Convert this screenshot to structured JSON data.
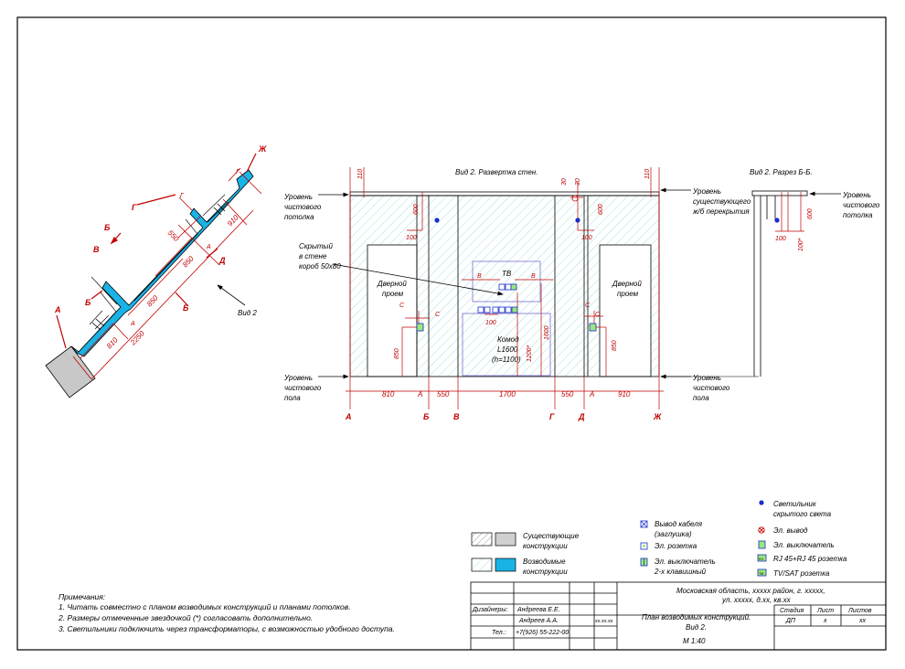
{
  "colors": {
    "accent": "#c00000",
    "new_fill": "#19b3e6",
    "hatch": "#8fd8d8",
    "existing": "#d0d0d0",
    "tv_box": "#7a6fd0",
    "lamp": "#1a2ec8"
  },
  "plan": {
    "view_label": "Вид 2",
    "letters": {
      "A": "А",
      "B": "Б",
      "V": "В",
      "G": "Г",
      "D": "Д",
      "Zh": "Ж"
    },
    "dims": {
      "d810": "810",
      "d2250": "2250",
      "d850a": "850",
      "d850b": "850",
      "d550": "550",
      "d910": "910"
    },
    "cut_marks": {
      "a": "А",
      "g": "Г",
      "a2": "А",
      "g2": "Г"
    }
  },
  "elevation": {
    "title": "Вид 2. Развертка стен.",
    "levels": {
      "ceiling_left": [
        "Уровень",
        "чистового",
        "потолка"
      ],
      "floor_left": [
        "Уровень",
        "чистового",
        "пола"
      ],
      "slab_right": [
        "Уровень",
        "существующего",
        "ж/б перекрытия"
      ],
      "floor_right": [
        "Уровень",
        "чистового",
        "пола"
      ]
    },
    "hidden_box": [
      "Скрытый",
      "в стене",
      "короб 50х80"
    ],
    "door_left": [
      "Дверной",
      "проем"
    ],
    "door_right": [
      "Дверной",
      "проем"
    ],
    "tv": "ТВ",
    "dresser": [
      "Комод",
      "L1600",
      "(h=1100)"
    ],
    "dims": {
      "d110a": "110",
      "d110b": "110",
      "d600a": "600",
      "d600b": "600",
      "d100a": "100",
      "d100b": "100",
      "d100c": "100",
      "d30a": "30",
      "d30b": "30",
      "d850a": "850",
      "d850b": "850",
      "d1200": "1200*",
      "d1600": "1600",
      "b810": "810",
      "bA": "А",
      "b550a": "550",
      "b1700": "1700",
      "b550b": "550",
      "bA2": "А",
      "b910": "910",
      "B1": "В",
      "B2": "В",
      "C1": "С",
      "C2": "С",
      "C3": "С",
      "C4": "С"
    },
    "axes": [
      "А",
      "Б",
      "В",
      "Г",
      "Д",
      "Ж"
    ]
  },
  "section": {
    "title": "Вид 2. Разрез Б-Б.",
    "ceiling": [
      "Уровень",
      "чистового",
      "потолка"
    ],
    "dims": {
      "d600": "600",
      "d100": "100",
      "d100s": "100*"
    }
  },
  "legend": {
    "existing": [
      "Существующие",
      "конструкции"
    ],
    "new": [
      "Возводимые",
      "конструкции"
    ],
    "symbols": [
      {
        "icon": "cable-outlet-icon",
        "text": [
          "Вывод кабеля",
          "(заглушка)"
        ]
      },
      {
        "icon": "socket-icon",
        "text": [
          "Эл. розетка"
        ]
      },
      {
        "icon": "double-switch-icon",
        "text": [
          "Эл. выключатель",
          "2-х клавишный"
        ]
      }
    ],
    "symbols2": [
      {
        "icon": "hidden-light-icon",
        "text": [
          "Светильник",
          "скрытого света"
        ]
      },
      {
        "icon": "electric-outlet-icon",
        "text": [
          "Эл. вывод"
        ]
      },
      {
        "icon": "switch-icon",
        "text": [
          "Эл. выключатель"
        ]
      },
      {
        "icon": "rj45-socket-icon",
        "text": [
          "RJ 45+RJ 45 розетка"
        ]
      },
      {
        "icon": "tv-sat-socket-icon",
        "text": [
          "TV/SAT розетка"
        ]
      }
    ],
    "rj_tag": "RJ",
    "tv_tag": "TB"
  },
  "notes": {
    "title": "Примечания:",
    "items": [
      "1. Читать совместно с планом возводимых конструкций и планами потолков.",
      "2. Размеры отмеченные звездочкой (*) согласовать дополнительно.",
      "3. Светильники подключить через трансформаторы, с возможностью удобного доступа."
    ]
  },
  "title_block": {
    "address1": "Московская область, ххххх район, г. ххххх,",
    "address2": "ул. ххххх, д.хх, кв.хх",
    "designers_label": "Дизайнеры:",
    "designer1": "Андреева Е.Е.",
    "designer2": "Андреев А.А.",
    "date": "хх.хх.хх",
    "phone_label": "Тел.:",
    "phone": "+7(926) 55-222-00",
    "title1": "План возводимых конструкций.",
    "title2": "Вид 2.",
    "scale": "М  1:40",
    "stage_label": "Стадия",
    "stage": "ДП",
    "sheet_label": "Лист",
    "sheet": "х",
    "sheets_label": "Листов",
    "sheets": "хх"
  }
}
